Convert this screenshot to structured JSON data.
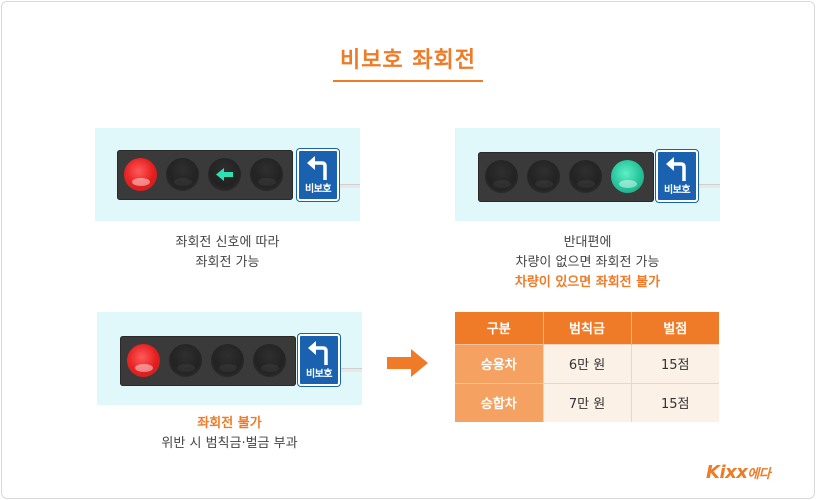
{
  "title": "비보호 좌회전",
  "sign_label": "비보호",
  "captions": {
    "top_left": [
      "좌회전 신호에 따라",
      "좌회전 가능"
    ],
    "top_right": [
      "반대편에",
      "차량이 없으면 좌회전 가능",
      "차량이 있으면 좌회전 불가"
    ],
    "bottom_left": [
      "좌회전 불가",
      "위반 시 범칙금·벌금 부과"
    ]
  },
  "fine_table": {
    "headers": [
      "구분",
      "범칙금",
      "벌점"
    ],
    "rows": [
      [
        "승용차",
        "6만 원",
        "15점"
      ],
      [
        "승합차",
        "7만 원",
        "15점"
      ]
    ]
  },
  "logo": {
    "main": "Kixx",
    "sub": "에다"
  },
  "colors": {
    "accent": "#ef7b28",
    "panel": "#e1f8fb",
    "sign_blue": "#1a62b0",
    "red_light": "#e51d1d",
    "green_light": "#1fbf96"
  }
}
